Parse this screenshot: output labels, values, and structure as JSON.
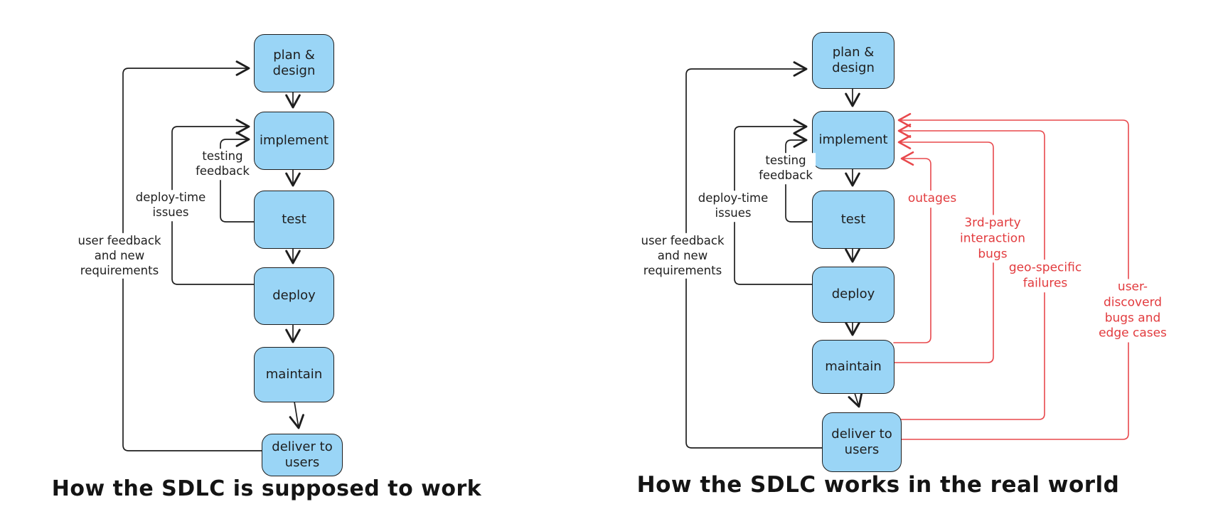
{
  "colors": {
    "node_fill": "#9ad5f6",
    "node_border": "#1e1e1e",
    "black_line": "#1e1e1e",
    "red_line": "#e8484c",
    "red_text": "#e23b3e",
    "background": "#ffffff"
  },
  "left": {
    "caption": "How the SDLC is supposed to work",
    "nodes": {
      "plan": "plan &\ndesign",
      "implement": "implement",
      "test": "test",
      "deploy": "deploy",
      "maintain": "maintain",
      "deliver": "deliver to\nusers"
    },
    "labels": {
      "testing": "testing\nfeedback",
      "deploy_time": "deploy-time\nissues",
      "user_feedback": "user feedback\nand new\nrequirements"
    }
  },
  "right": {
    "caption": "How the SDLC works in the real world",
    "nodes": {
      "plan": "plan &\ndesign",
      "implement": "implement",
      "test": "test",
      "deploy": "deploy",
      "maintain": "maintain",
      "deliver": "deliver to\nusers"
    },
    "labels": {
      "testing": "testing\nfeedback",
      "deploy_time": "deploy-time\nissues",
      "user_feedback": "user feedback\nand new\nrequirements"
    },
    "issues": {
      "outages": "outages",
      "third_party": "3rd-party\ninteraction\nbugs",
      "geo_specific": "geo-specific\nfailures",
      "user_discovered": "user-discoverd\nbugs and edge cases"
    }
  }
}
